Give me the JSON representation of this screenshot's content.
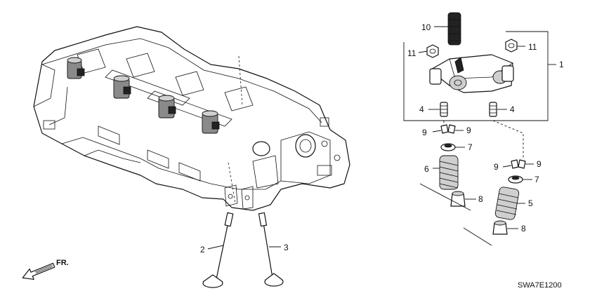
{
  "callouts": {
    "c1": "1",
    "c2": "2",
    "c3": "3",
    "c4a": "4",
    "c4b": "4",
    "c5": "5",
    "c6": "6",
    "c7a": "7",
    "c7b": "7",
    "c8a": "8",
    "c8b": "8",
    "c9a": "9",
    "c9b": "9",
    "c9c": "9",
    "c9d": "9",
    "c10": "10",
    "c11a": "11",
    "c11b": "11"
  },
  "direction_label": "FR.",
  "diagram_code": "SWA7E1200",
  "icons": {
    "front_arrow": "front-direction-arrow-icon"
  }
}
